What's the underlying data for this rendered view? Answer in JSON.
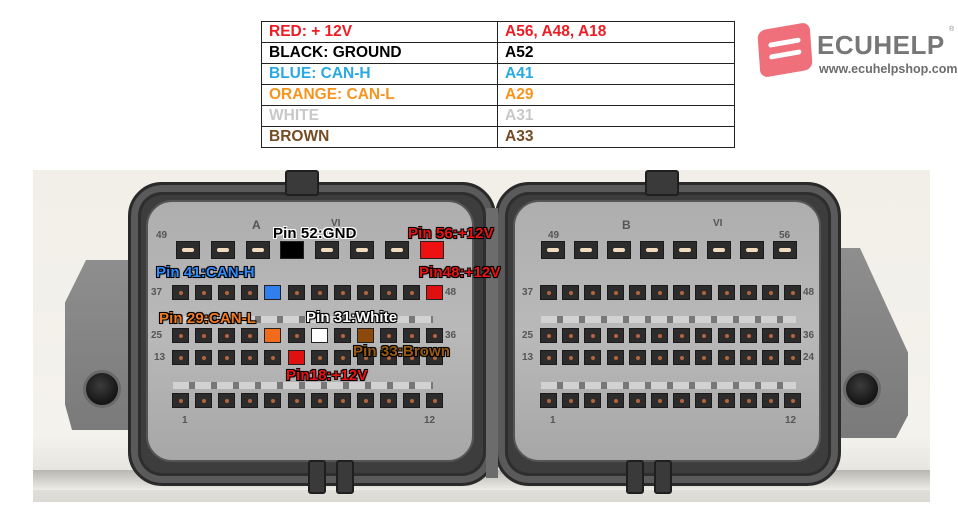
{
  "legend": {
    "rows": [
      {
        "name": "RED: + 12V",
        "pins": "A56, A48, A18",
        "color": "#ee1c24"
      },
      {
        "name": "BLACK: GROUND",
        "pins": "A52",
        "color": "#000000"
      },
      {
        "name": "BLUE: CAN-H",
        "pins": "A41",
        "color": "#27aae1"
      },
      {
        "name": "ORANGE: CAN-L",
        "pins": "A29",
        "color": "#f7941d"
      },
      {
        "name": "WHITE",
        "pins": "A31",
        "color": "#c8c8c8"
      },
      {
        "name": "BROWN",
        "pins": "A33",
        "color": "#754c24"
      }
    ]
  },
  "logo": {
    "brand": "ECUHELP",
    "registered": "®",
    "url": "www.ecuhelpshop.com",
    "mark_color": "#ef6f7a"
  },
  "connectors": {
    "left": {
      "letter": "A",
      "mark": "VI",
      "row_labels": {
        "r1_start": "49",
        "r2_start": "37",
        "r2_end": "48",
        "r3_start": "25",
        "r3_end": "36",
        "r4_start": "13",
        "r5_start": "1",
        "r5_end": "12"
      }
    },
    "right": {
      "letter": "B",
      "mark": "VI",
      "row_labels": {
        "r1_start": "49",
        "r1_end": "56",
        "r2_start": "37",
        "r2_end": "48",
        "r3_start": "25",
        "r3_end": "36",
        "r4_start": "13",
        "r4_end": "24",
        "r5_start": "1",
        "r5_end": "12"
      }
    }
  },
  "annotations": [
    {
      "text": "Pin 52:GND",
      "pin": 52,
      "color": "#000000",
      "text_color": "#000000",
      "style": "dark"
    },
    {
      "text": "Pin 56:+12V",
      "pin": 56,
      "color": "#ee1111",
      "text_color": "#ee1111",
      "style": "light"
    },
    {
      "text": "Pin 41:CAN-H",
      "pin": 41,
      "color": "#2f80ed",
      "text_color": "#2f8cff",
      "style": "light"
    },
    {
      "text": "Pin48:+12V",
      "pin": 48,
      "color": "#e01010",
      "text_color": "#ee1111",
      "style": "light"
    },
    {
      "text": "Pin 29:CAN-L",
      "pin": 29,
      "color": "#f26a1b",
      "text_color": "#f27a22",
      "style": "light"
    },
    {
      "text": "Pin 31:White",
      "pin": 31,
      "color": "#ffffff",
      "text_color": "#ffffff",
      "style": "light"
    },
    {
      "text": "Pin 33:Brown",
      "pin": 33,
      "color": "#8b4a0c",
      "text_color": "#9a5a12",
      "style": "light"
    },
    {
      "text": "Pin18:+12V",
      "pin": 18,
      "color": "#e01010",
      "text_color": "#ee1111",
      "style": "light"
    }
  ]
}
